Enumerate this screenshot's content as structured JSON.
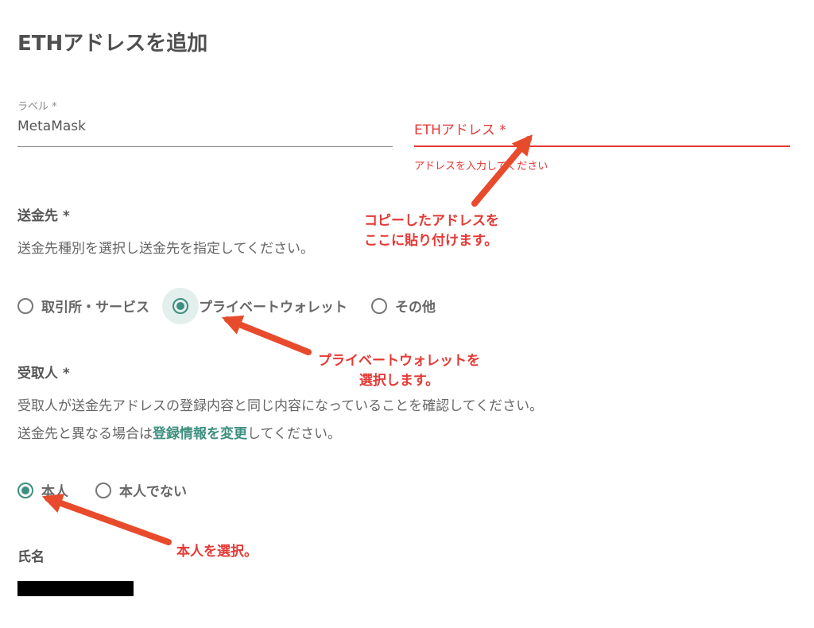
{
  "page": {
    "title": "ETHアドレスを追加"
  },
  "label_field": {
    "label": "ラベル *",
    "value": "MetaMask"
  },
  "address_field": {
    "label": "ETHアドレス *",
    "error": "アドレスを入力してください"
  },
  "destination": {
    "title": "送金先 *",
    "description": "送金先種別を選択し送金先を指定してください。",
    "options": [
      "取引所・サービス",
      "プライベートウォレット",
      "その他"
    ],
    "selected": "プライベートウォレット"
  },
  "recipient": {
    "title": "受取人 *",
    "description_1": "受取人が送金先アドレスの登録内容と同じ内容になっていることを確認してください。",
    "description_2_pre": "送金先と異なる場合は",
    "description_2_link": "登録情報を変更",
    "description_2_post": "してください。",
    "options": [
      "本人",
      "本人でない"
    ],
    "selected": "本人"
  },
  "name_field": {
    "title": "氏名"
  },
  "annotations": {
    "address_note_line1": "コピーしたアドレスを",
    "address_note_line2": "ここに貼り付けます。",
    "wallet_note_line1": "プライベートウォレットを",
    "wallet_note_line2": "選択します。",
    "self_note": "本人を選択。"
  },
  "colors": {
    "accent": "#3d8f7f",
    "error": "#e53935",
    "annotation": "#e84b2c"
  }
}
